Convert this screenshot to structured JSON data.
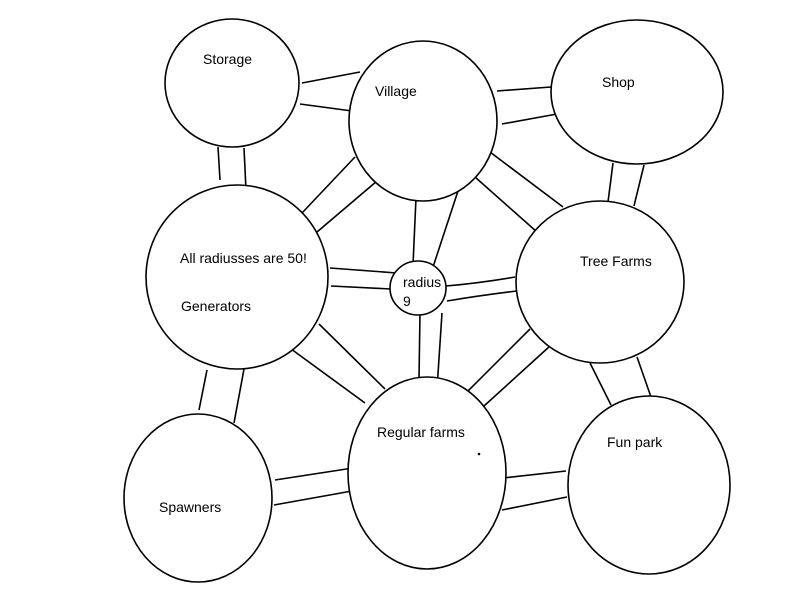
{
  "diagram": {
    "nodes": {
      "storage": "Storage",
      "village": "Village",
      "shop": "Shop",
      "generators_note": "All radiusses are 50!",
      "generators": "Generators",
      "center_line1": "radius",
      "center_line2": "9",
      "tree_farms": "Tree Farms",
      "spawners": "Spawners",
      "regular_farms": "Regular farms",
      "fun_park": "Fun park"
    }
  }
}
